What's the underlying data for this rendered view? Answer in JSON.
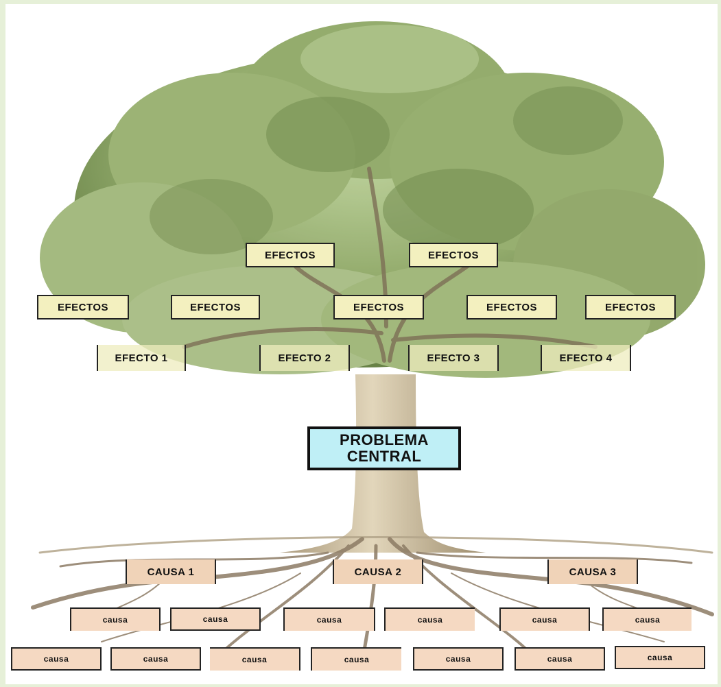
{
  "diagram": {
    "efectos": [
      "EFECTOS",
      "EFECTOS",
      "EFECTOS",
      "EFECTOS",
      "EFECTOS",
      "EFECTOS",
      "EFECTOS"
    ],
    "efecto": [
      "EFECTO 1",
      "EFECTO 2",
      "EFECTO 3",
      "EFECTO 4"
    ],
    "problema": {
      "line1": "PROBLEMA",
      "line2": "CENTRAL"
    },
    "causas_principales": [
      "CAUSA 1",
      "CAUSA 2",
      "CAUSA 3"
    ],
    "causas_row1": [
      "causa",
      "causa",
      "causa",
      "causa",
      "causa",
      "causa"
    ],
    "causas_row2": [
      "causa",
      "causa",
      "causa",
      "causa",
      "causa",
      "causa",
      "causa"
    ]
  },
  "colors": {
    "foliage_dark": "#5f7a3c",
    "foliage_light": "#aec487",
    "trunk": "#c9b894",
    "roots": "#8c7b64",
    "problema_fill": "#bfeff6",
    "efectos_fill": "#f3f0bf",
    "causa_fill": "#f5d9c2"
  }
}
